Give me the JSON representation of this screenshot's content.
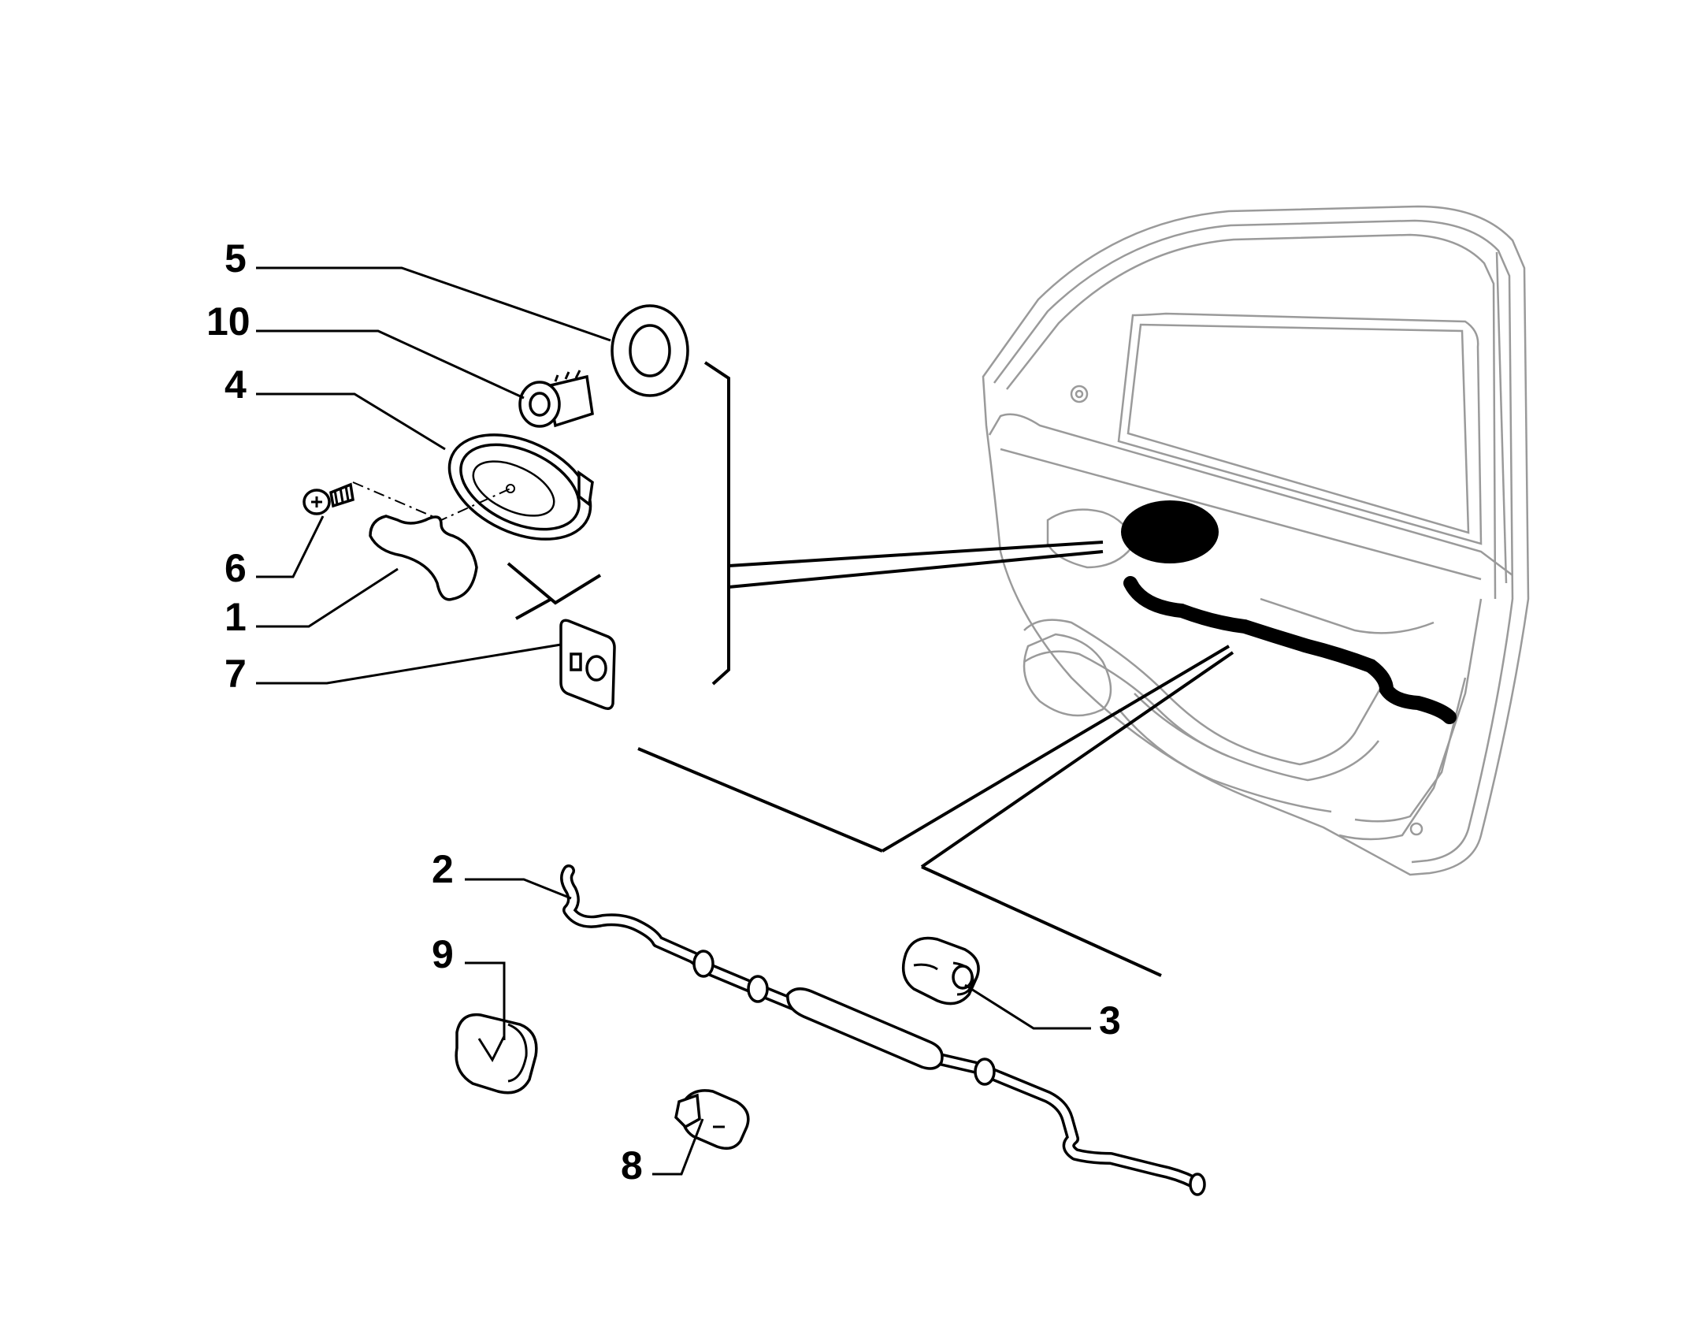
{
  "callouts": [
    {
      "id": "5",
      "label": "5"
    },
    {
      "id": "10",
      "label": "10"
    },
    {
      "id": "4",
      "label": "4"
    },
    {
      "id": "6",
      "label": "6"
    },
    {
      "id": "1",
      "label": "1"
    },
    {
      "id": "7",
      "label": "7"
    },
    {
      "id": "2",
      "label": "2"
    },
    {
      "id": "9",
      "label": "9"
    },
    {
      "id": "3",
      "label": "3"
    },
    {
      "id": "8",
      "label": "8"
    }
  ],
  "colors": {
    "ink": "#000000",
    "door_outline": "#9a9a9a",
    "background": "#ffffff"
  }
}
